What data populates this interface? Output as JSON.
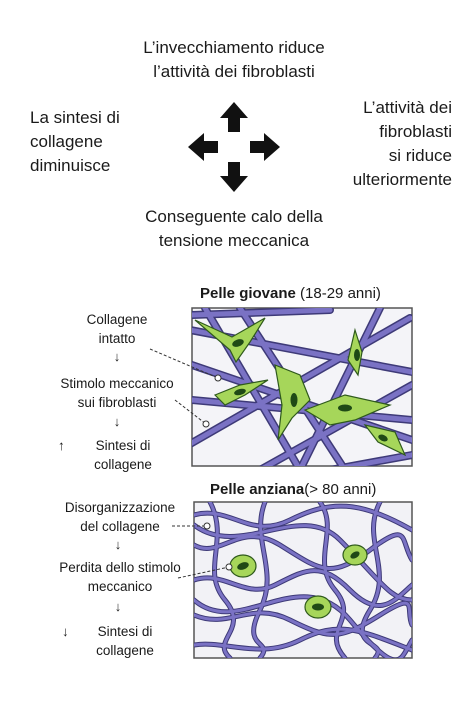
{
  "cycle": {
    "top_lines": [
      "L’invecchiamento riduce",
      "l’attività dei fibroblasti"
    ],
    "left_lines": [
      "La sintesi di",
      "collagene",
      "diminuisce"
    ],
    "right_lines": [
      "L’attività dei",
      "fibroblasti",
      "si riduce",
      "ulteriormente"
    ],
    "bottom_lines": [
      "Conseguente calo della",
      "tensione meccanica"
    ]
  },
  "young": {
    "title_bold": "Pelle giovane",
    "title_rest": " (18-29 anni)",
    "step1_lines": [
      "Collagene",
      "intatto"
    ],
    "step2_lines": [
      "Stimolo meccanico",
      "sui fibroblasti"
    ],
    "step3_arrow": "↑",
    "step3_lines": [
      "Sintesi di",
      "collagene"
    ]
  },
  "old": {
    "title_bold": "Pelle anziana",
    "title_rest": "(> 80 anni)",
    "step1_lines": [
      "Disorganizzazione",
      "del collagene"
    ],
    "step2_lines": [
      "Perdita dello stimolo",
      "meccanico"
    ],
    "step3_arrow": "↓",
    "step3_lines": [
      "Sintesi di",
      "collagene"
    ]
  },
  "colors": {
    "fiber": "#6a62b0",
    "fiber_dark": "#3e3a78",
    "cell": "#a6d65a",
    "nucleus": "#1f4a16",
    "frame": "#555555"
  }
}
